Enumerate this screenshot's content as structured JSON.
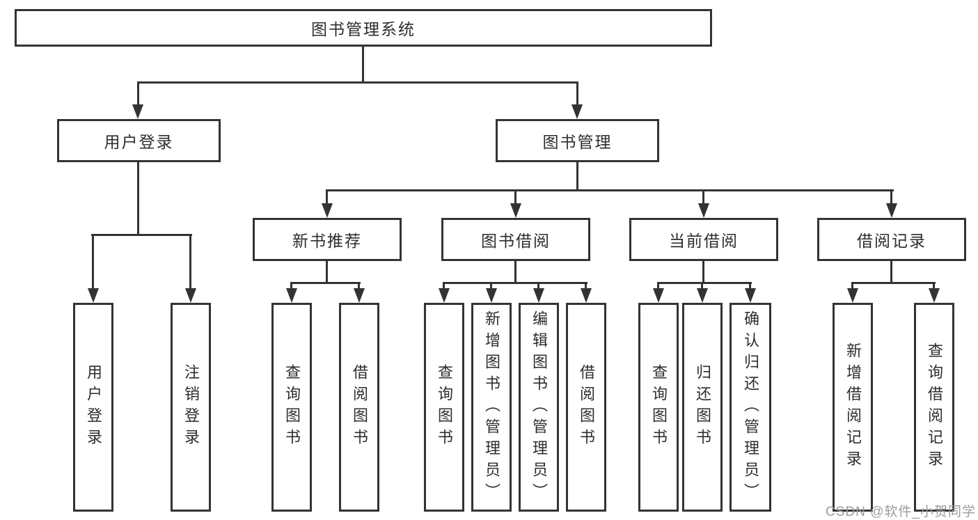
{
  "diagram": {
    "root": {
      "label": "图书管理系统"
    },
    "level2": [
      {
        "label": "用户登录"
      },
      {
        "label": "图书管理"
      }
    ],
    "level3": [
      {
        "label": "新书推荐"
      },
      {
        "label": "图书借阅"
      },
      {
        "label": "当前借阅"
      },
      {
        "label": "借阅记录"
      }
    ],
    "leaves": {
      "user_login": [
        "用户登录",
        "注销登录"
      ],
      "new_books": [
        "查询图书",
        "借阅图书"
      ],
      "book_borrow": [
        "查询图书",
        "新增图书（管理员）",
        "编辑图书（管理员）",
        "借阅图书"
      ],
      "current_borrow": [
        "查询图书",
        "归还图书",
        "确认归还（管理员）"
      ],
      "borrow_records": [
        "新增借阅记录",
        "查询借阅记录"
      ]
    }
  },
  "watermark": {
    "text": "CSDN @软件_小贺同学"
  },
  "colors": {
    "line": "#333333",
    "text": "#2d2d2d",
    "watermark": "#9b9b9b",
    "background": "#ffffff"
  }
}
